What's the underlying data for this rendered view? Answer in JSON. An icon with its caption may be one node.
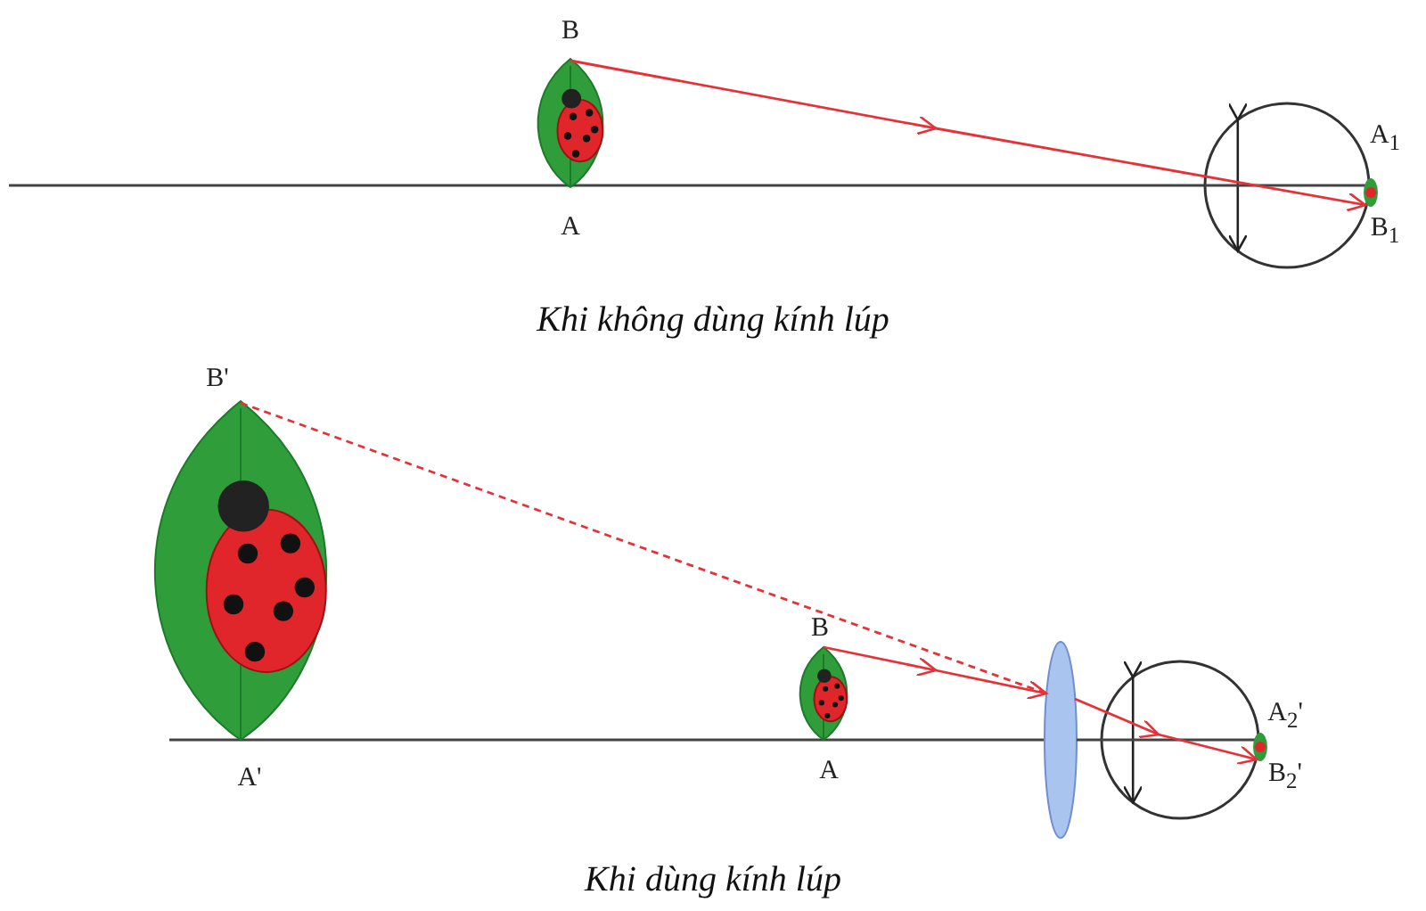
{
  "diagram": {
    "nodes": [
      {
        "text": [],
        "shape": "picture",
        "beside": [
          "B",
          "A"
        ]
      },
      {
        "text": [],
        "shape": "picture",
        "beside": [
          "A$_{1}$",
          "B$_{1}$"
        ]
      },
      {
        "text": [],
        "shape": "picture",
        "beside": [
          "B'",
          "A'"
        ]
      },
      {
        "text": [],
        "shape": "picture",
        "beside": [
          "B",
          "A"
        ]
      },
      {
        "text": [],
        "shape": "ellipse"
      },
      {
        "text": [],
        "shape": "picture",
        "beside": [
          "A$_{2}$'",
          "B$_{2}$'"
        ]
      }
    ],
    "edges": [
      {
        "from": 0,
        "to": 1,
        "arrow": "to"
      },
      {
        "from": 2,
        "to": 4,
        "arrow": "none",
        "style": "dashed"
      },
      {
        "from": 3,
        "to": 4,
        "arrow": "to"
      },
      {
        "from": 4,
        "to": 5,
        "arrow": "to"
      }
    ],
    "labels": [
      "Khi không dùng kính lúp",
      "Khi dùng kính lúp"
    ]
  }
}
